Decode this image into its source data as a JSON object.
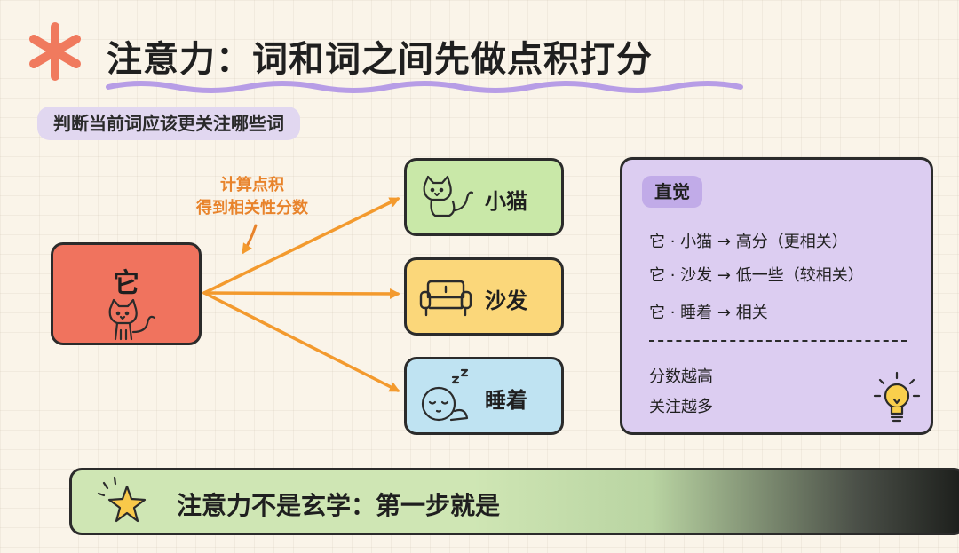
{
  "title": "注意力：词和词之间先做点积打分",
  "subtitle": "判断当前词应该更关注哪些词",
  "source_word": "它",
  "annotation": {
    "line1": "计算点积",
    "line2": "得到相关性分数"
  },
  "targets": [
    {
      "label": "小猫",
      "icon": "cat-icon"
    },
    {
      "label": "沙发",
      "icon": "sofa-icon"
    },
    {
      "label": "睡着",
      "icon": "sleeping-face-icon"
    }
  ],
  "intuition_panel": {
    "tag": "直觉",
    "lines": [
      "它 · 小猫 → 高分（更相关）",
      "它 · 沙发 → 低一些（较相关）",
      "它 · 睡着 → 相关"
    ],
    "summary": [
      "分数越高",
      "关注越多"
    ],
    "icon": "lightbulb-icon"
  },
  "bottom_banner": {
    "text": "注意力不是玄学：第一步就是",
    "icon": "star-icon"
  },
  "colors": {
    "source": "#f0735e",
    "target_cat": "#c9e8a8",
    "target_sofa": "#fbd77a",
    "target_sleep": "#bfe3f2",
    "panel": "#dccdf1",
    "arrow": "#f39a2e",
    "accent_star": "#f07a5e"
  }
}
